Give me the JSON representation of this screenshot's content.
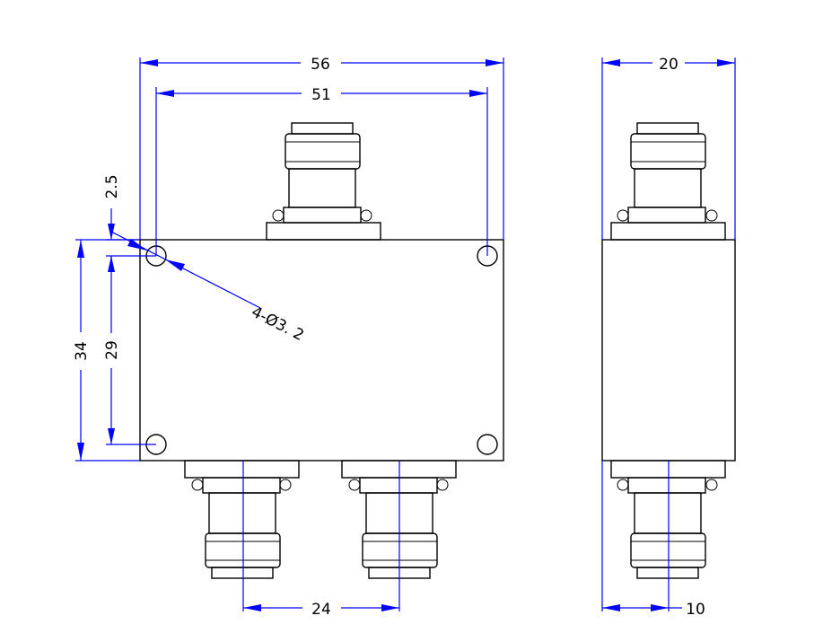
{
  "drawing": {
    "colors": {
      "outline": "#000000",
      "dimension": "#0000ff",
      "background": "#ffffff"
    },
    "front_view": {
      "dimensions": {
        "overall_width": "56",
        "hole_spacing_x": "51",
        "overall_height": "34",
        "hole_spacing_y": "29",
        "hole_offset": "2.5",
        "hole_callout": "4-Ø3. 2",
        "output_connector_spacing": "24"
      }
    },
    "side_view": {
      "dimensions": {
        "body_depth": "20",
        "connector_offset": "10"
      }
    }
  }
}
